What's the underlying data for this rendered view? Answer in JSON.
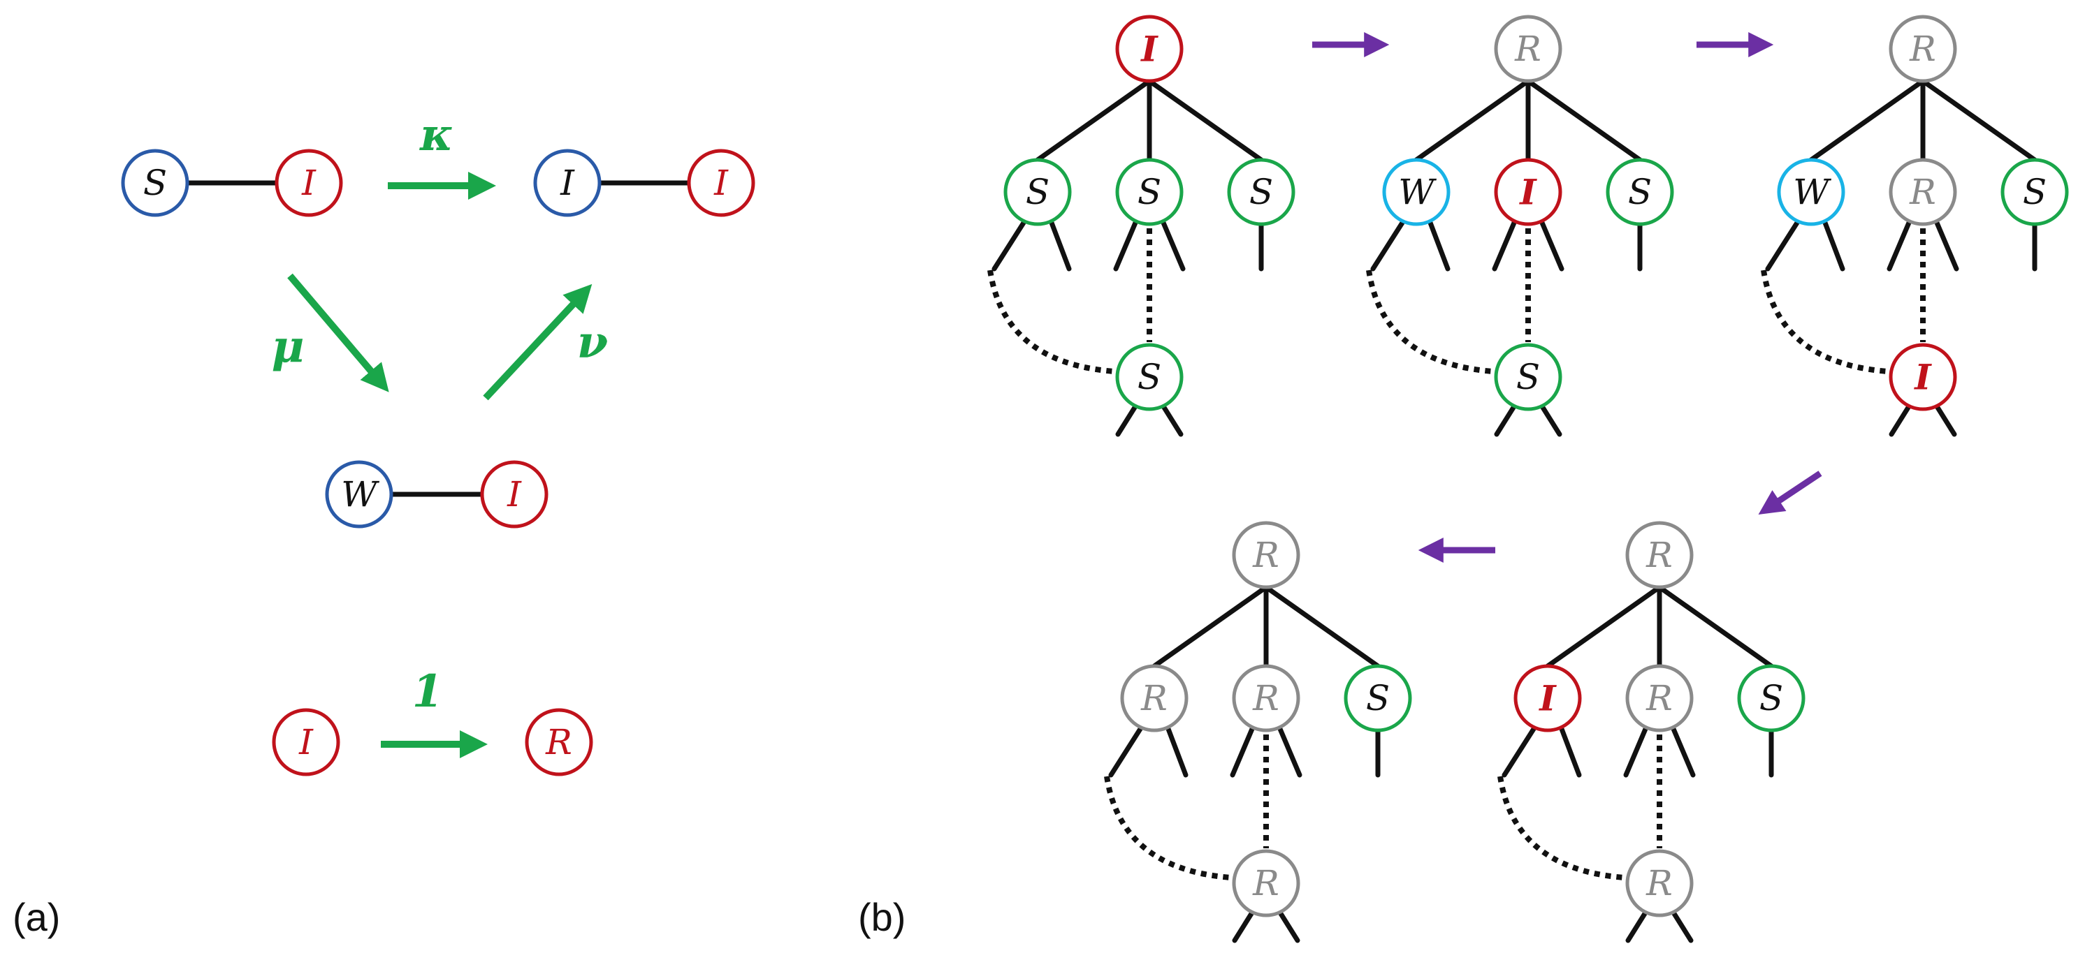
{
  "panel_a": {
    "label": "(a)",
    "rate_kappa": "κ",
    "rate_mu": "μ",
    "rate_nu": "ν",
    "rate_recovery": "1",
    "pair_si": {
      "left": "S",
      "right": "I"
    },
    "pair_ii": {
      "left": "I",
      "right": "I"
    },
    "pair_wi": {
      "left": "W",
      "right": "I"
    },
    "recovery": {
      "from": "I",
      "to": "R"
    }
  },
  "panel_b": {
    "label": "(b)",
    "trees": [
      {
        "root": "I",
        "children": [
          "S",
          "S",
          "S"
        ],
        "descendant": "S"
      },
      {
        "root": "R",
        "children": [
          "W",
          "I",
          "S"
        ],
        "descendant": "S"
      },
      {
        "root": "R",
        "children": [
          "W",
          "R",
          "S"
        ],
        "descendant": "I"
      },
      {
        "root": "R",
        "children": [
          "I",
          "R",
          "S"
        ],
        "descendant": "R"
      },
      {
        "root": "R",
        "children": [
          "R",
          "R",
          "S"
        ],
        "descendant": "R"
      }
    ]
  },
  "colors": {
    "susceptible_pair": "#2a5aa8",
    "infected": "#c0121b",
    "recovered": "#8a8a8a",
    "susceptible_tree": "#1aa64a",
    "waning": "#19b3e6",
    "rate_arrow": "#1aa64a",
    "step_arrow": "#6b2fa3"
  }
}
